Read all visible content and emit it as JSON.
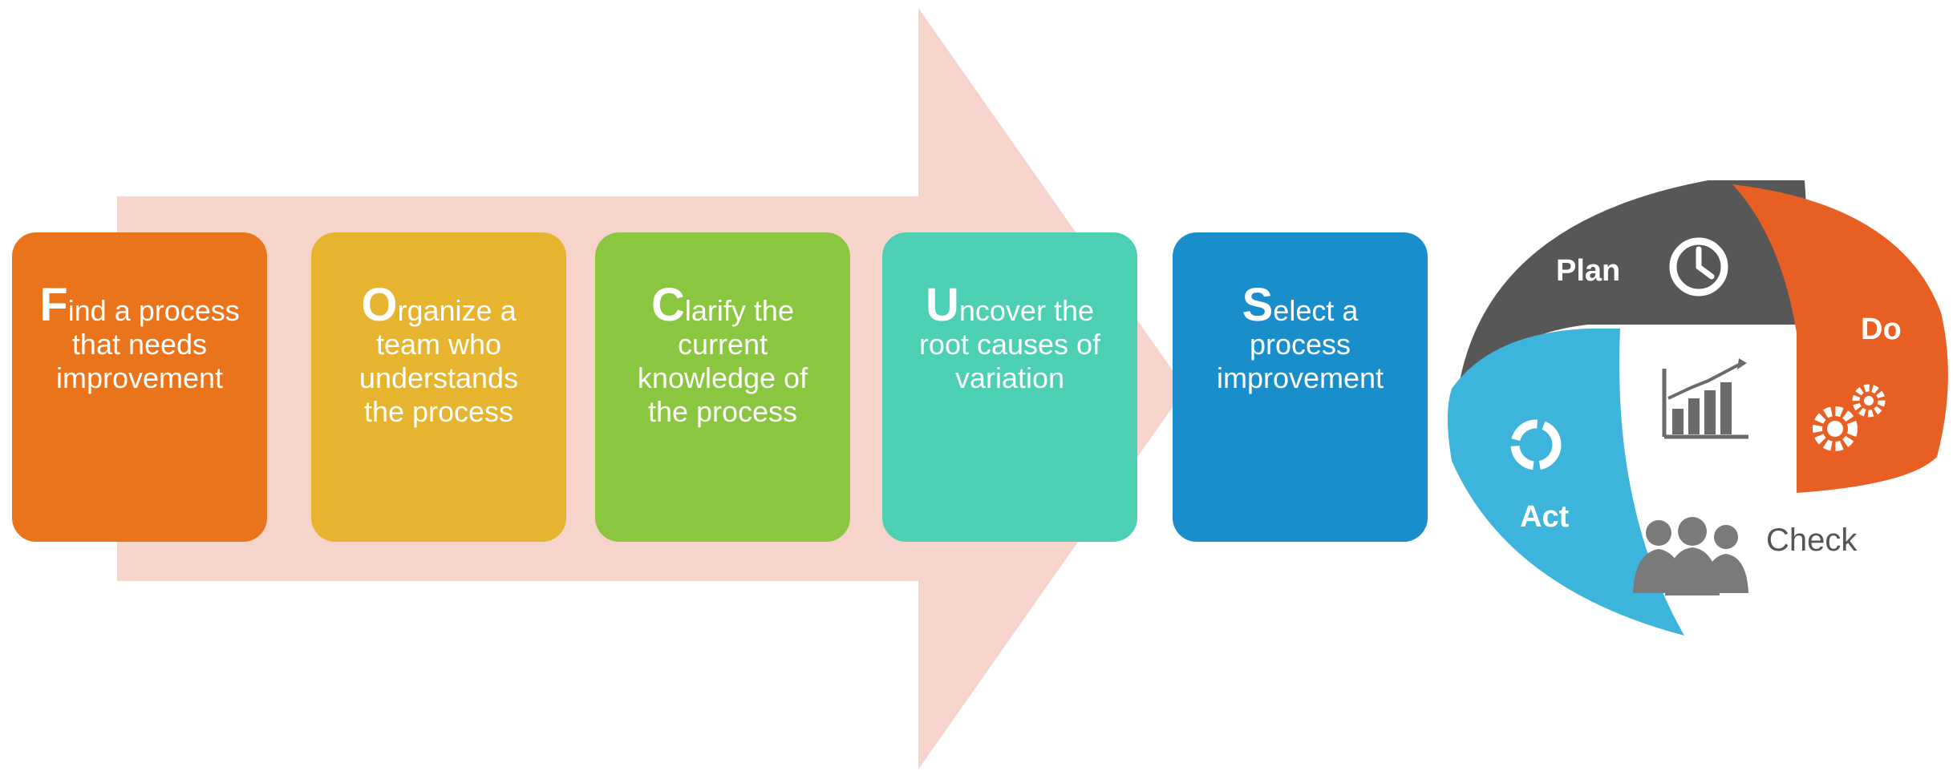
{
  "colors": {
    "arrow": "#f6d4cc",
    "find": "#e9741b",
    "organize": "#e6b42e",
    "clarify": "#8ac640",
    "uncover": "#4dcfb4",
    "select": "#1a8ecb",
    "plan": "#575757",
    "do": "#e85f23",
    "act": "#3cb4db",
    "check_icon": "#7a7a7a"
  },
  "steps": [
    {
      "lead": "F",
      "text": "ind a process that needs improvement"
    },
    {
      "lead": "O",
      "text": "rganize a team who understands the process"
    },
    {
      "lead": "C",
      "text": "larify the current knowledge of the process"
    },
    {
      "lead": "U",
      "text": "ncover the root causes of variation"
    },
    {
      "lead": "S",
      "text": "elect a process improvement"
    }
  ],
  "pdca": {
    "plan": "Plan",
    "do": "Do",
    "check": "Check",
    "act": "Act",
    "icons": {
      "plan": "clock-icon",
      "do": "gears-icon",
      "check": "people-icon",
      "act": "cycle-icon",
      "center": "bar-chart-icon"
    }
  }
}
